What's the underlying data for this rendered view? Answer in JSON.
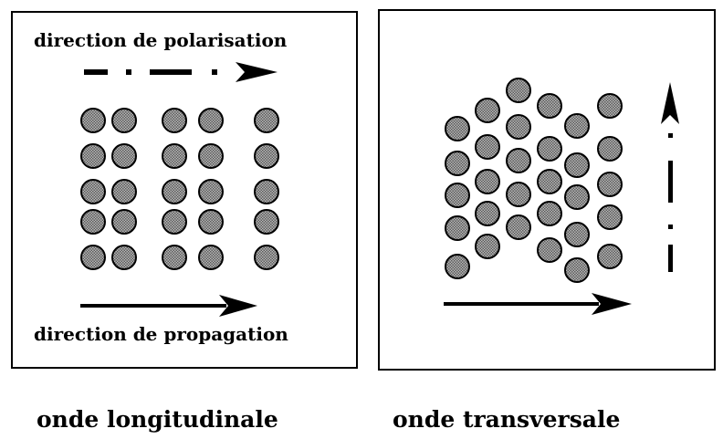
{
  "left_panel": {
    "polarization_label": "direction de polarisation",
    "propagation_label": "direction de propagation",
    "caption": "onde longitudinale"
  },
  "right_panel": {
    "caption": "onde transversale"
  },
  "colors": {
    "stroke": "#000000",
    "particle_fill": "#909090",
    "background": "#ffffff"
  },
  "icons": [
    "polarization-arrow-icon",
    "propagation-arrow-icon"
  ]
}
